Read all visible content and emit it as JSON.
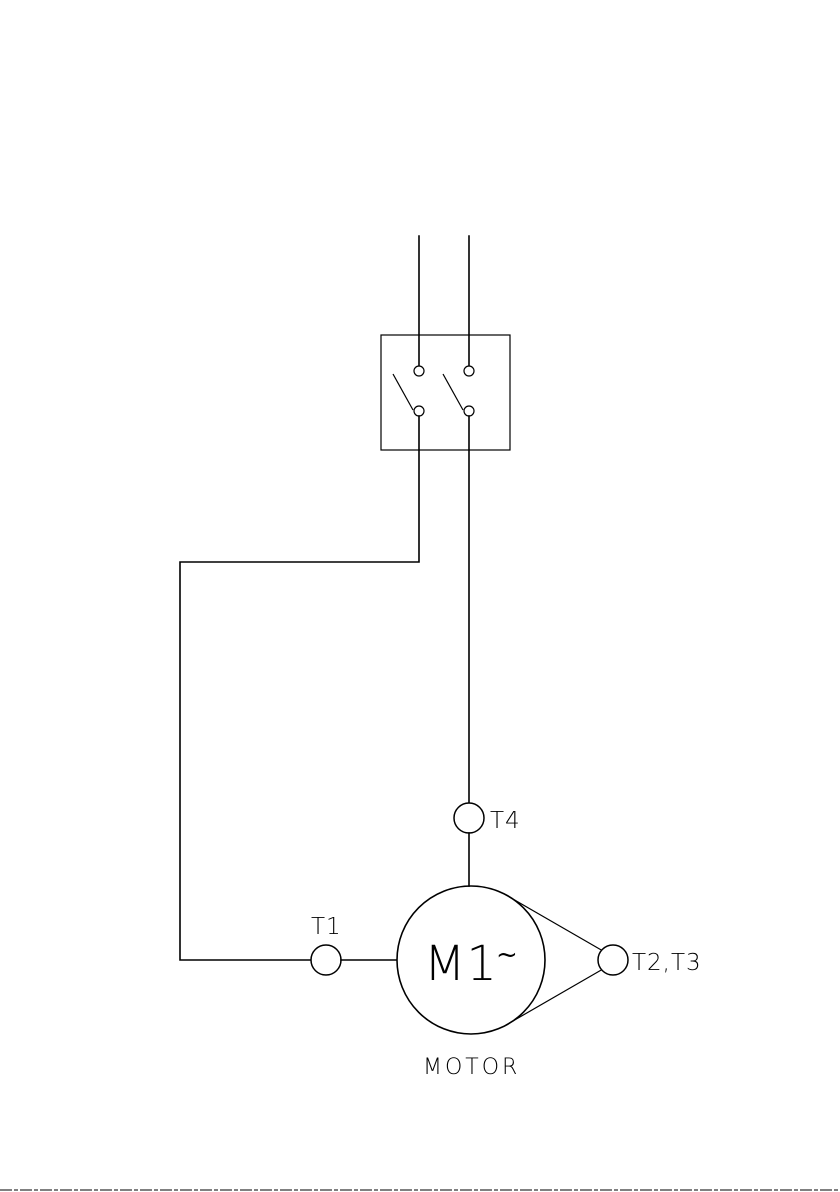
{
  "terminals": {
    "t1": "T1",
    "t4": "T4",
    "t23": "T2,T3"
  },
  "motor": {
    "designation": "M1",
    "symbol": "~",
    "caption": "MOTOR"
  }
}
